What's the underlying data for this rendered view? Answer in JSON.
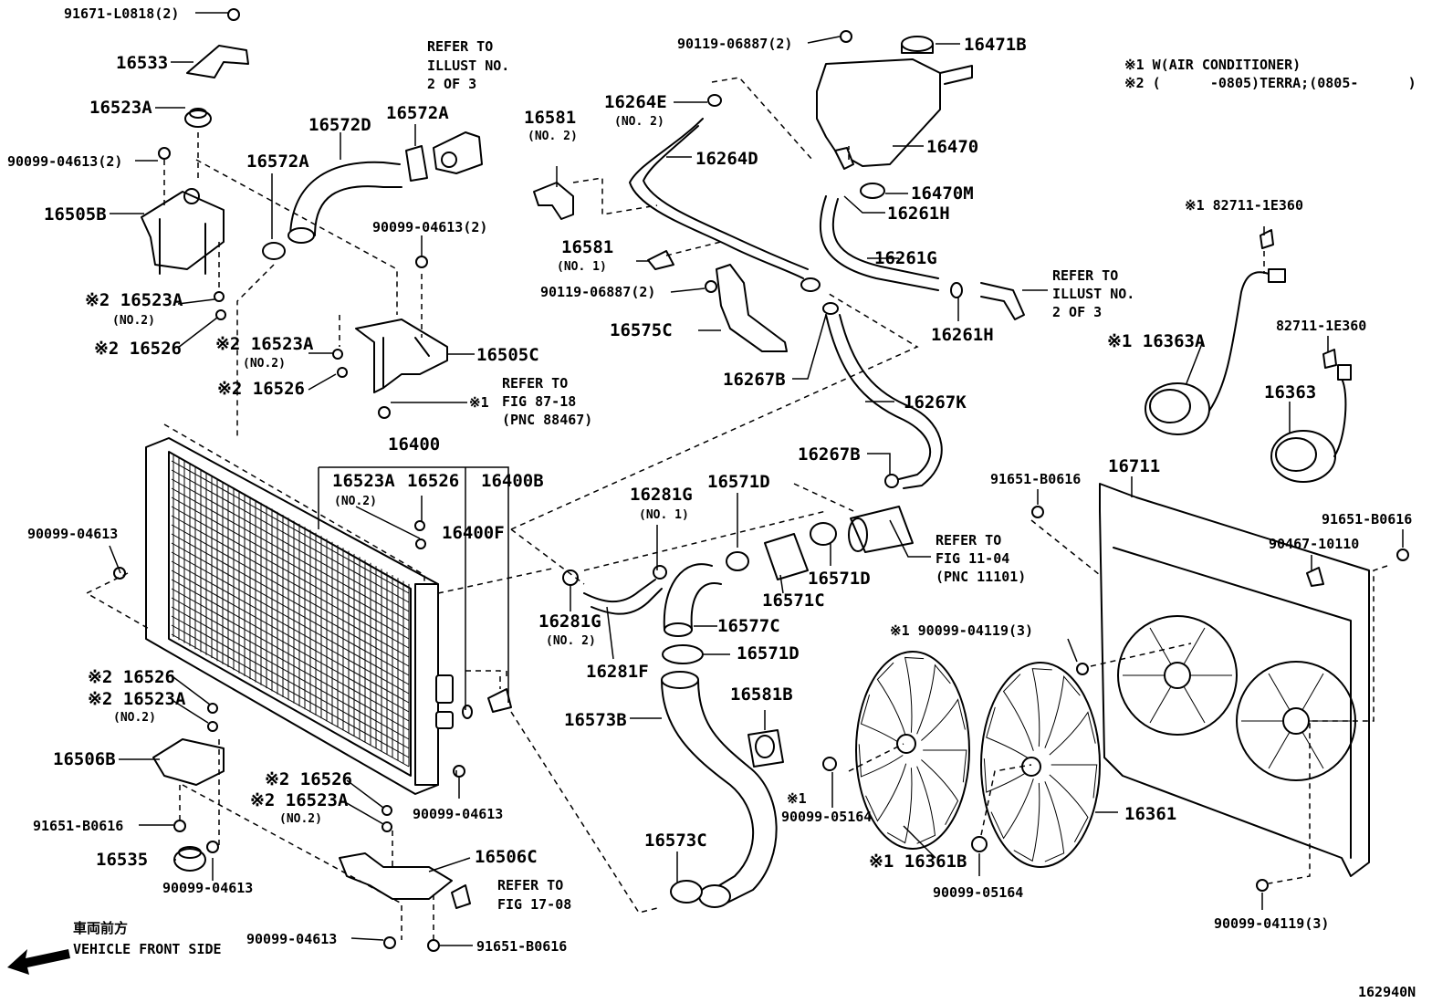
{
  "notes": {
    "note1": "※1 W(AIR CONDITIONER)",
    "note2": "※2 (      -0805)TERRA;(0805-      )"
  },
  "labels": [
    "91671-L0818(2)",
    "16533",
    "16523A",
    "90099-04613(2)",
    "16505B",
    "※2 16523A",
    "(NO.2)",
    "※2 16526",
    "16572A",
    "16572D",
    "REFER TO",
    "ILLUST NO.",
    "2 OF 3",
    "16572A",
    "90099-04613(2)",
    "※2 16523A",
    "(NO.2)",
    "※2 16526",
    "16505C",
    "REFER TO",
    "FIG 87-18",
    "(PNC 88467)",
    "※1",
    "16400",
    "16523A",
    "(NO.2)",
    "16526",
    "16400B",
    "16400F",
    "90099-04613",
    "※2 16526",
    "※2 16523A",
    "(NO.2)",
    "16506B",
    "91651-B0616",
    "16535",
    "90099-04613",
    "※2 16526",
    "※2 16523A",
    "(NO.2)",
    "90099-04613",
    "16506C",
    "REFER TO",
    "FIG 17-08",
    "90099-04613",
    "91651-B0616",
    "車両前方",
    "VEHICLE FRONT SIDE",
    "16581",
    "(NO. 2)",
    "16264E",
    "(NO. 2)",
    "16264D",
    "90119-06887(2)",
    "16581",
    "(NO. 1)",
    "90119-06887(2)",
    "16575C",
    "16267B",
    "16267K",
    "16267B",
    "16471B",
    "16470",
    "16470M",
    "16261H",
    "16261G",
    "16261H",
    "REFER TO",
    "ILLUST NO.",
    "2 OF 3",
    "16281G",
    "(NO. 1)",
    "16571D",
    "16281G",
    "(NO. 2)",
    "16577C",
    "16571C",
    "16571D",
    "16281F",
    "16571D",
    "REFER TO",
    "FIG 11-04",
    "(PNC 11101)",
    "16573B",
    "16581B",
    "16573C",
    "※1 90099-04119(3)",
    "※1",
    "90099-05164",
    "※1 16361B",
    "16361",
    "90099-05164",
    "※1 82711-1E360",
    "※1 16363A",
    "82711-1E360",
    "16363",
    "16711",
    "91651-B0616",
    "91651-B0616",
    "90467-10110",
    "90099-04119(3)",
    "162940N"
  ]
}
